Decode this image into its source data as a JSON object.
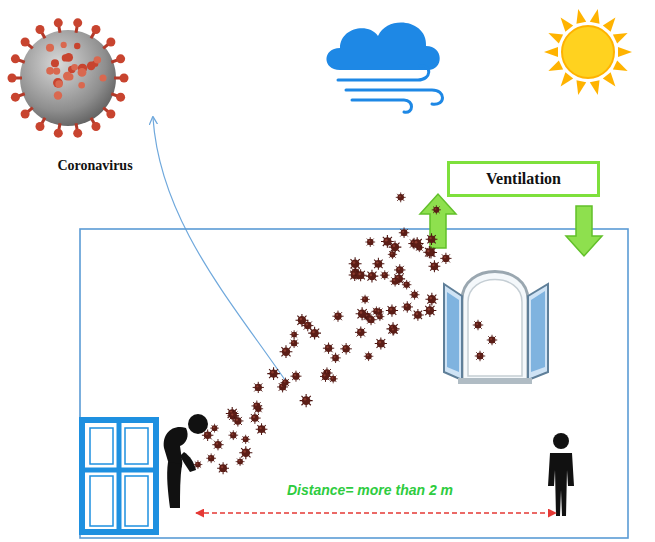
{
  "diagram": {
    "nodes": [
      {
        "text": [
          "Ventilation"
        ]
      }
    ],
    "labels": [
      "Coronavirus",
      "Distance= more than 2 m"
    ]
  }
}
